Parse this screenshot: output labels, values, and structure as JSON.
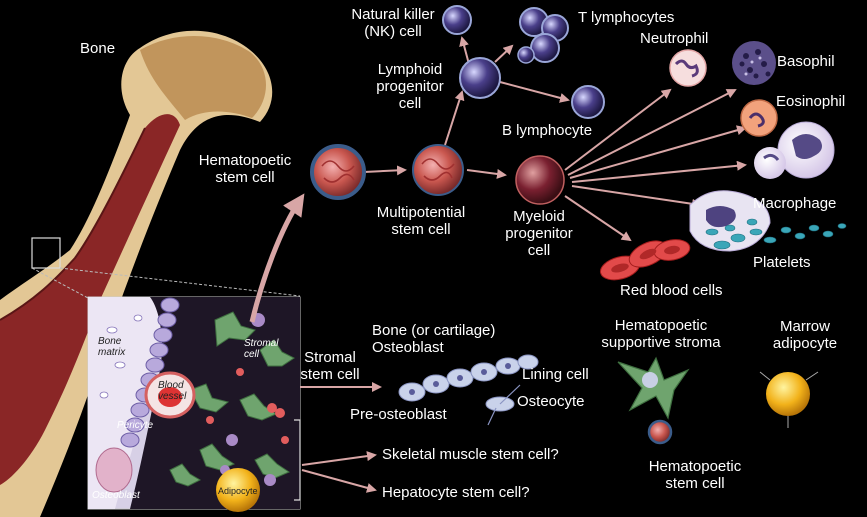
{
  "labels": {
    "bone": "Bone",
    "nk": "Natural killer\n(NK) cell",
    "t_lymph": "T lymphocytes",
    "lymphoid": "Lymphoid\nprogenitor\ncell",
    "b_lymph": "B lymphocyte",
    "neutrophil": "Neutrophil",
    "basophil": "Basophil",
    "eosinophil": "Eosinophil",
    "hsc_top": "Hematopoetic\nstem cell",
    "multipotential": "Multipotential\nstem cell",
    "myeloid": "Myeloid\nprogenitor\ncell",
    "macrophage": "Macrophage",
    "platelets": "Platelets",
    "rbc": "Red blood cells",
    "bone_cartilage": "Bone (or cartilage)",
    "osteoblast": "Osteoblast",
    "lining": "Lining cell",
    "osteocyte": "Osteocyte",
    "pre_osteoblast": "Pre-osteoblast",
    "stromal_stem": "Stromal\nstem cell",
    "supportive": "Hematopoetic\nsupportive stroma",
    "marrow_adipocyte": "Marrow\nadipocyte",
    "hsc_bottom": "Hematopoetic\nstem cell",
    "skeletal": "Skeletal muscle stem cell?",
    "hepatocyte": "Hepatocyte stem cell?"
  },
  "inset_labels": {
    "bone_matrix": "Bone\nmatrix",
    "stromal_cell": "Stromal\ncell",
    "blood_vessel": "Blood\nvessel",
    "pericyte": "Pericyte",
    "osteoblast": "Osteoblast",
    "adipocyte": "Adipocyte"
  },
  "colors": {
    "background": "#000000",
    "arrow": "#d8a6a6",
    "bone": "#e3c795",
    "marrow": "#8a2626",
    "stem_cell": "#3b5c8a"
  }
}
